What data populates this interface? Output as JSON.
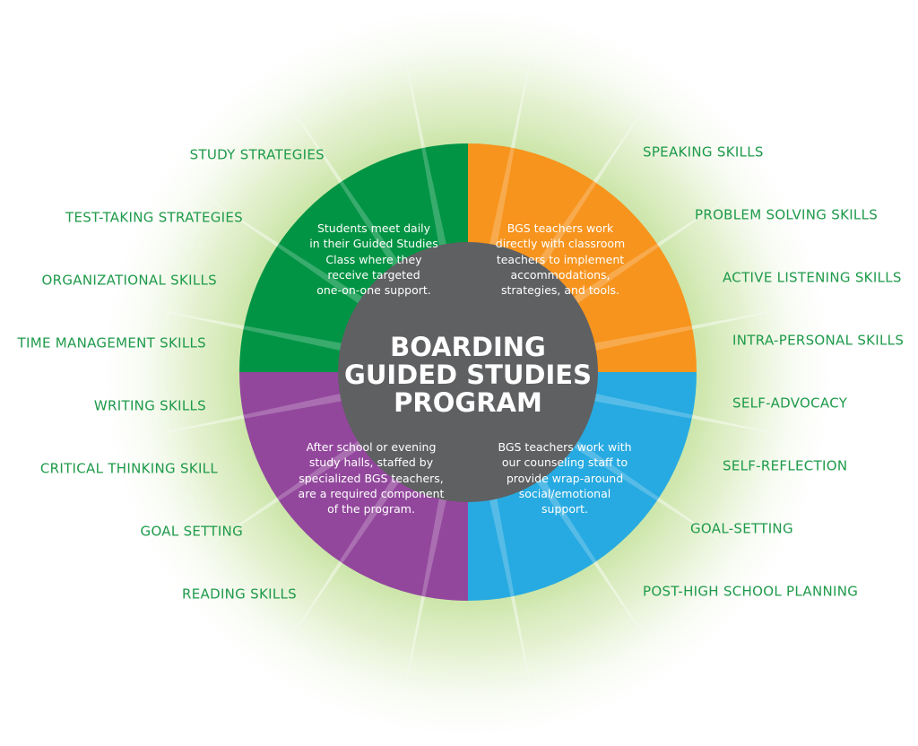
{
  "title_lines": [
    "BOARDING",
    "GUIDED STUDIES",
    "PROGRAM"
  ],
  "quadrants": {
    "top_left": {
      "color": "#009444",
      "text": [
        "Students meet daily",
        "in their Guided Studies",
        "Class where they",
        "receive targeted",
        "one-on-one support."
      ]
    },
    "top_right": {
      "color": "#f7941d",
      "text": [
        "BGS teachers work",
        "directly with classroom",
        "teachers to implement",
        "accommodations,",
        "strategies, and tools."
      ]
    },
    "bottom_left": {
      "color": "#92479c",
      "text": [
        "After school or evening",
        "study halls, staffed by",
        "specialized BGS teachers,",
        "are a required component",
        "of the program."
      ]
    },
    "bottom_right": {
      "color": "#27aae1",
      "text": [
        "BGS teachers work with",
        "our counseling staff to",
        "provide wrap-around",
        "social/emotional",
        "support."
      ]
    }
  },
  "left_skills": [
    "STUDY STRATEGIES",
    "TEST-TAKING STRATEGIES",
    "ORGANIZATIONAL SKILLS",
    "TIME MANAGEMENT SKILLS",
    "WRITING SKILLS",
    "CRITICAL THINKING SKILL",
    "GOAL SETTING",
    "READING SKILLS"
  ],
  "right_skills": [
    "SPEAKING SKILLS",
    "PROBLEM SOLVING SKILLS",
    "ACTIVE LISTENING SKILLS",
    "INTRA-PERSONAL SKILLS",
    "SELF-ADVOCACY",
    "SELF-REFLECTION",
    "GOAL-SETTING",
    "POST-HIGH SCHOOL PLANNING"
  ],
  "colors": {
    "center": "#5f6062",
    "skill_text": "#1e9a4a",
    "glow": "#8cc63f"
  }
}
